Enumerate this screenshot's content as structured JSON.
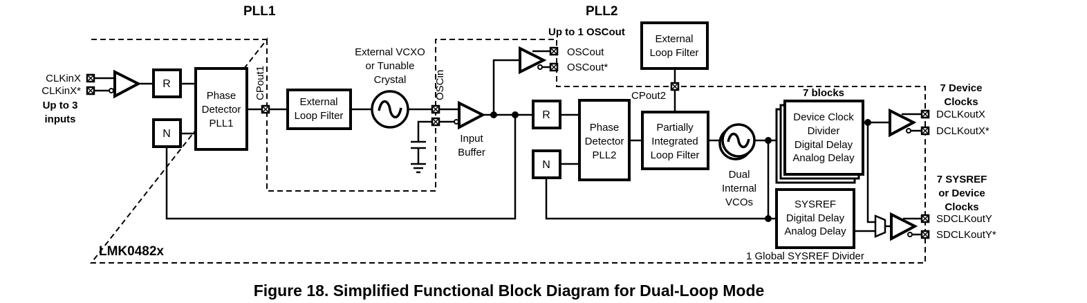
{
  "headings": {
    "pll1": "PLL1",
    "pll2": "PLL2",
    "up_to_1_oscout": "Up to 1 OSCout",
    "seven_blocks": "7 blocks",
    "device_label": "LMK0482x"
  },
  "inputs": {
    "clkin": "CLKinX",
    "clkin_n": "CLKinX*",
    "count_line1": "Up to 3",
    "count_line2": "inputs"
  },
  "pll1": {
    "r_divider": "R",
    "n_divider": "N",
    "pd_line1": "Phase",
    "pd_line2": "Detector",
    "pd_line3": "PLL1",
    "cpout": "CPout1",
    "ext_filter_line1": "External",
    "ext_filter_line2": "Loop Filter"
  },
  "vcxo": {
    "line1": "External VCXO",
    "line2": "or Tunable",
    "line3": "Crystal",
    "oscin": "OSCin",
    "buffer_line1": "Input",
    "buffer_line2": "Buffer"
  },
  "oscout": {
    "pos": "OSCout",
    "neg": "OSCout*"
  },
  "pll2": {
    "r_divider": "R",
    "n_divider": "N",
    "pd_line1": "Phase",
    "pd_line2": "Detector",
    "pd_line3": "PLL2",
    "cpout": "CPout2",
    "ext_filter_line1": "External",
    "ext_filter_line2": "Loop Filter",
    "pi_filter_line1": "Partially",
    "pi_filter_line2": "Integrated",
    "pi_filter_line3": "Loop Filter",
    "vco_line1": "Dual",
    "vco_line2": "Internal",
    "vco_line3": "VCOs"
  },
  "device_clock": {
    "line1": "Device Clock",
    "line2": "Divider",
    "line3": "Digital Delay",
    "line4": "Analog Delay",
    "out_heading1": "7 Device",
    "out_heading2": "Clocks",
    "out_pos": "DCLKoutX",
    "out_neg": "DCLKoutX*"
  },
  "sysref": {
    "line1": "SYSREF",
    "line2": "Digital Delay",
    "line3": "Analog Delay",
    "divider_note": "1 Global SYSREF Divider",
    "out_heading1": "7 SYSREF",
    "out_heading2": "or Device",
    "out_heading3": "Clocks",
    "out_pos": "SDCLKoutY",
    "out_neg": "SDCLKoutY*"
  },
  "caption": "Figure 18.  Simplified Functional Block Diagram for Dual-Loop Mode"
}
